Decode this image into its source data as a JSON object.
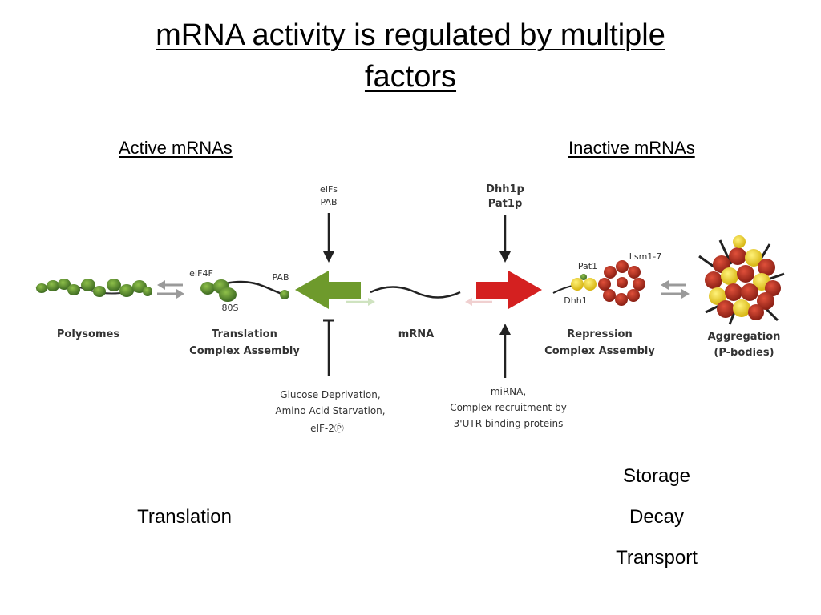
{
  "title": {
    "line1": "mRNA activity is regulated by multiple",
    "line2": "factors"
  },
  "headers": {
    "active": "Active mRNAs",
    "inactive": "Inactive mRNAs"
  },
  "diagram": {
    "top_left": {
      "line1": "eIFs",
      "line2": "PAB"
    },
    "top_right": {
      "line1": "Dhh1p",
      "line2": "Pat1p"
    },
    "eif4f": "eIF4F",
    "pab": "PAB",
    "s80": "80S",
    "pat1": "Pat1",
    "lsm": "Lsm1-7",
    "dhh1": "Dhh1",
    "polysomes": "Polysomes",
    "translation_complex": {
      "line1": "Translation",
      "line2": "Complex Assembly"
    },
    "mrna": "mRNA",
    "repression_complex": {
      "line1": "Repression",
      "line2": "Complex Assembly"
    },
    "aggregation": {
      "line1": "Aggregation",
      "line2": "(P-bodies)"
    },
    "bottom_left": {
      "line1": "Glucose Deprivation,",
      "line2": "Amino Acid Starvation,",
      "line3": "eIF-2Ⓟ"
    },
    "bottom_right": {
      "line1": "miRNA,",
      "line2": "Complex recruitment by",
      "line3": "3'UTR binding proteins"
    },
    "colors": {
      "green": "#6e9a2c",
      "red": "#d42020",
      "dark_green": "#4a7a28",
      "yellow": "#f2d21a",
      "brown_red": "#b02a1e"
    }
  },
  "bottom": {
    "translation": "Translation",
    "storage": "Storage",
    "decay": "Decay",
    "transport": "Transport"
  }
}
